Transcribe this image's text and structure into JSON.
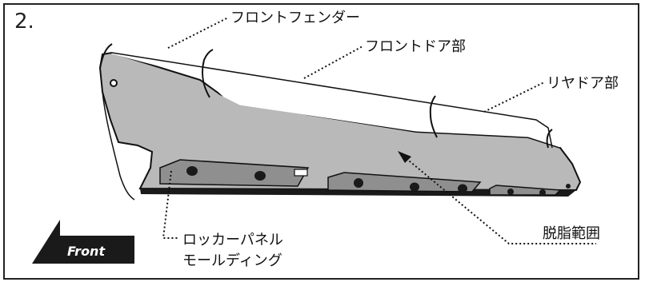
{
  "step_number": "2.",
  "labels": {
    "front_fender": "フロントフェンダー",
    "front_door": "フロントドア部",
    "rear_door": "リヤドア部",
    "degrease_area": "脱脂範囲",
    "rocker_line1": "ロッカーパネル",
    "rocker_line2": "モールディング"
  },
  "front_badge": {
    "text": "Front",
    "color": "#1a1a1a",
    "text_color": "#ffffff"
  },
  "colors": {
    "panel_fill": "#b9b9b9",
    "panel_dark": "#8f8f8f",
    "hole_fill": "#1a1a1a",
    "outline": "#111111"
  }
}
